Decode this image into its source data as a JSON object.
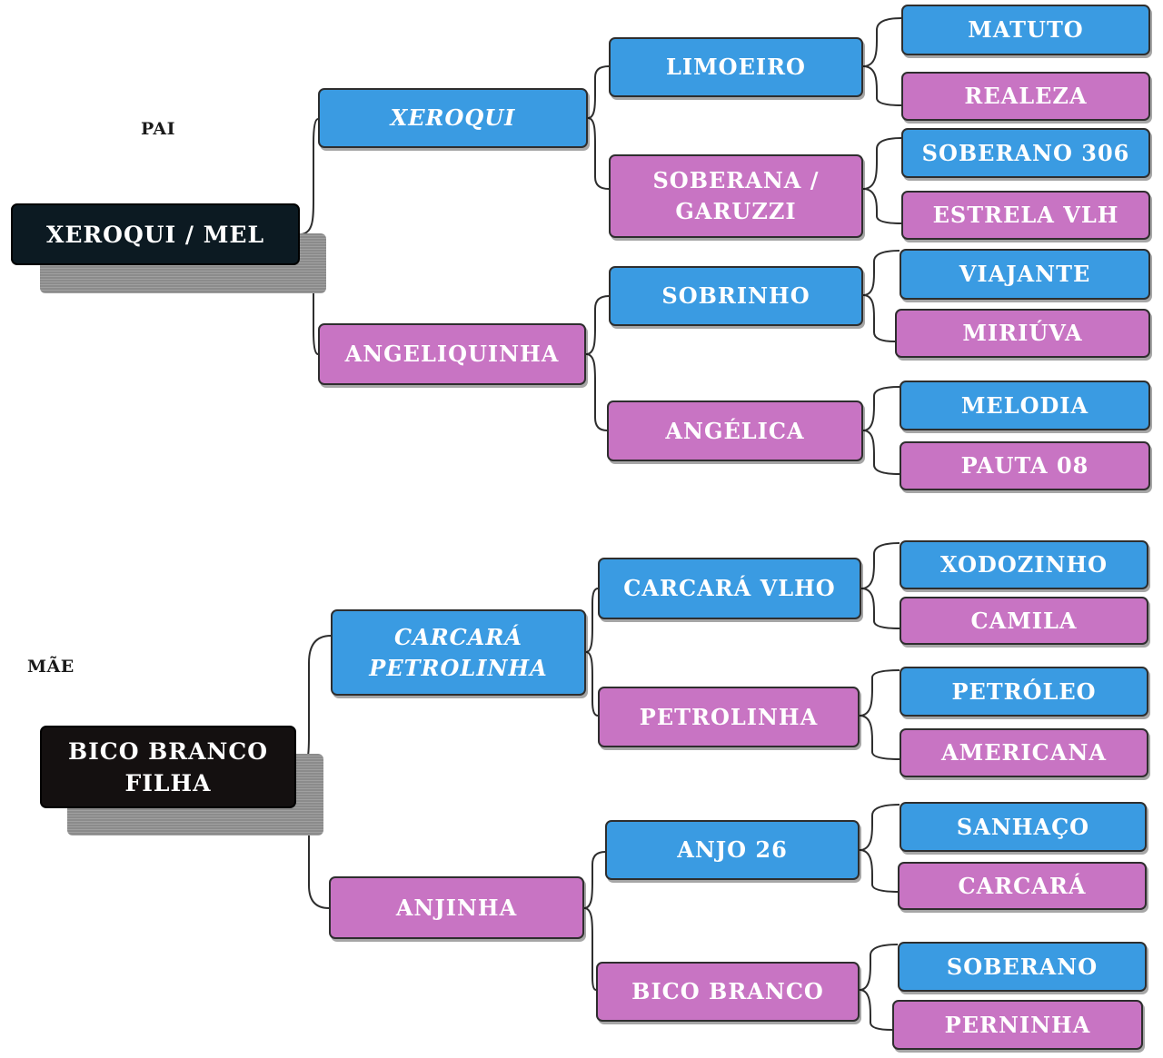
{
  "father": {
    "label": "PAI",
    "animal": "XEROQUI / MEL",
    "sire": {
      "name": "XEROQUI",
      "sire": {
        "name": "LIMOEIRO",
        "sire": "MATUTO",
        "dam": "REALEZA"
      },
      "dam": {
        "name": "SOBERANA /\nGARUZZI",
        "sire": "SOBERANO 306",
        "dam": "ESTRELA VLH"
      }
    },
    "dam": {
      "name": "ANGELIQUINHA",
      "sire": {
        "name": "SOBRINHO",
        "sire": "VIAJANTE",
        "dam": "MIRIÚVA"
      },
      "dam": {
        "name": "ANGÉLICA",
        "sire": "MELODIA",
        "dam": "PAUTA 08"
      }
    }
  },
  "mother": {
    "label": "MÃE",
    "animal": "BICO BRANCO\nFILHA",
    "sire": {
      "name": "CARCARÁ\nPETROLINHA",
      "sire": {
        "name": "CARCARÁ VLHO",
        "sire": "XODOZINHO",
        "dam": "CAMILA"
      },
      "dam": {
        "name": "PETROLINHA",
        "sire": "PETRÓLEO",
        "dam": "AMERICANA"
      }
    },
    "dam": {
      "name": "ANJINHA",
      "sire": {
        "name": "ANJO 26",
        "sire": "SANHAÇO",
        "dam": "CARCARÁ"
      },
      "dam": {
        "name": "BICO BRANCO",
        "sire": "SOBERANO",
        "dam": "PERNINHA"
      }
    }
  },
  "colors": {
    "male": "#3a9be2",
    "female": "#c874c3",
    "root": "#0c1a22",
    "connector": "#2e2e2e"
  }
}
